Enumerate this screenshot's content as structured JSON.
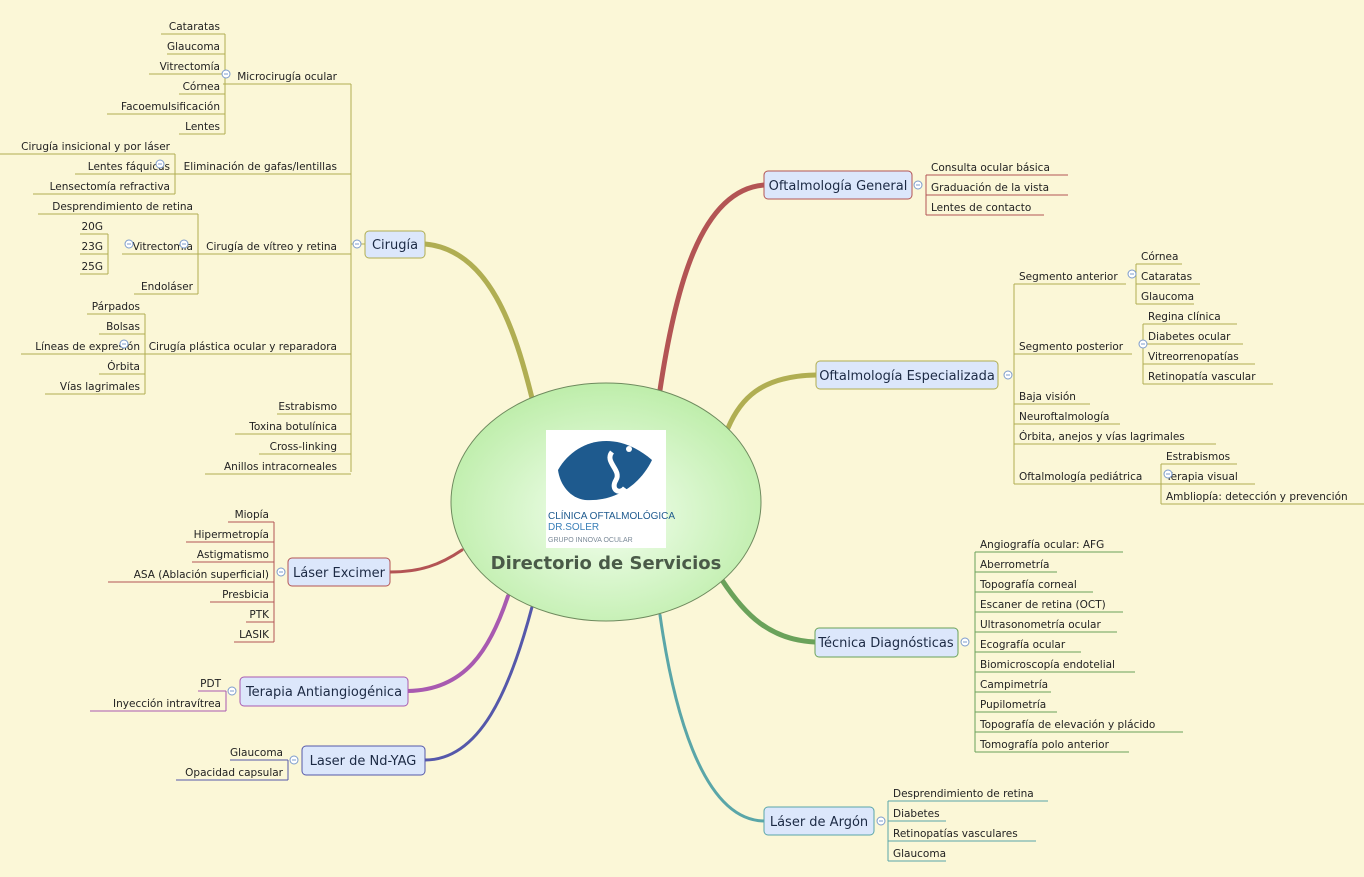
{
  "central": {
    "title": "Directorio de Servicios",
    "logo": {
      "line1": "CLÍNICA OFTALMOLÓGICA",
      "line2": "DR.SOLER",
      "line3": "GRUPO INNOVA OCULAR",
      "color": "#1e5a8e"
    }
  },
  "colors": {
    "background": "#fbf7d7",
    "center_fill": "#d8f5c4",
    "topic_fill": "#dce7fb",
    "cirugia": "#b0ae52",
    "oft_general": "#b35454",
    "oft_especializada": "#b0ae52",
    "tecnica": "#6aa25a",
    "argon": "#5aa6a8",
    "excimer": "#b35454",
    "antiangio": "#a85ab0",
    "ndyag": "#5558aa"
  },
  "topics": {
    "cirugia": "Cirugía",
    "oft_general": "Oftalmología General",
    "oft_especializada": "Oftalmología Especializada",
    "tecnica": "Técnica Diagnósticas",
    "argon": "Láser de Argón",
    "excimer": "Láser Excimer",
    "antiangio": "Terapia Antiangiogénica",
    "ndyag": "Laser de Nd-YAG"
  },
  "cirugia": {
    "microcirugia": {
      "label": "Microcirugía ocular",
      "items": [
        "Cataratas",
        "Glaucoma",
        "Vitrectomía",
        "Córnea",
        "Facoemulsificación",
        "Lentes"
      ]
    },
    "gafas": {
      "label": "Eliminación de gafas/lentillas",
      "items": [
        "Cirugía insicional y por láser",
        "Lentes fáquicas",
        "Lensectomía refractiva"
      ]
    },
    "vitreo": {
      "label": "Cirugía de vítreo y retina",
      "items": [
        "Desprendimiento de retina",
        "Endoláser"
      ],
      "vitrectomia": {
        "label": "Vitrectomía",
        "items": [
          "20G",
          "23G",
          "25G"
        ]
      }
    },
    "plastica": {
      "label": "Cirugía plástica ocular y reparadora",
      "items": [
        "Párpados",
        "Bolsas",
        "Líneas de expresión",
        "Órbita",
        "Vías lagrimales"
      ]
    },
    "others": [
      "Estrabismo",
      "Toxina botulínica",
      "Cross-linking",
      "Anillos intracorneales"
    ]
  },
  "oft_general": [
    "Consulta ocular básica",
    "Graduación de la vista",
    "Lentes de contacto"
  ],
  "oft_especializada": {
    "anterior": {
      "label": "Segmento anterior",
      "items": [
        "Córnea",
        "Cataratas",
        "Glaucoma"
      ]
    },
    "posterior": {
      "label": "Segmento posterior",
      "items": [
        "Regina clínica",
        "Diabetes ocular",
        "Vitreorrenopatías",
        "Retinopatía vascular"
      ]
    },
    "others": [
      "Baja visión",
      "Neuroftalmología",
      "Órbita, anejos y vías lagrimales"
    ],
    "pediatrica": {
      "label": "Oftalmología pediátrica",
      "items": [
        "Estrabismos",
        "Terapia visual",
        "Ambliopía: detección y prevención"
      ]
    }
  },
  "tecnica": [
    "Angiografía ocular: AFG",
    "Aberrometría",
    "Topografía corneal",
    "Escaner de retina (OCT)",
    "Ultrasonometría ocular",
    "Ecografía ocular",
    "Biomicroscopía endotelial",
    "Campimetría",
    "Pupilometría",
    "Topografía de elevación y plácido",
    "Tomografía polo anterior"
  ],
  "argon": [
    "Desprendimiento de retina",
    "Diabetes",
    "Retinopatías vasculares",
    "Glaucoma"
  ],
  "excimer": [
    "Miopía",
    "Hipermetropía",
    "Astigmatismo",
    "ASA (Ablación superficial)",
    "Presbicia",
    "PTK",
    "LASIK"
  ],
  "antiangio": [
    "PDT",
    "Inyección intravítrea"
  ],
  "ndyag": [
    "Glaucoma",
    "Opacidad capsular"
  ]
}
